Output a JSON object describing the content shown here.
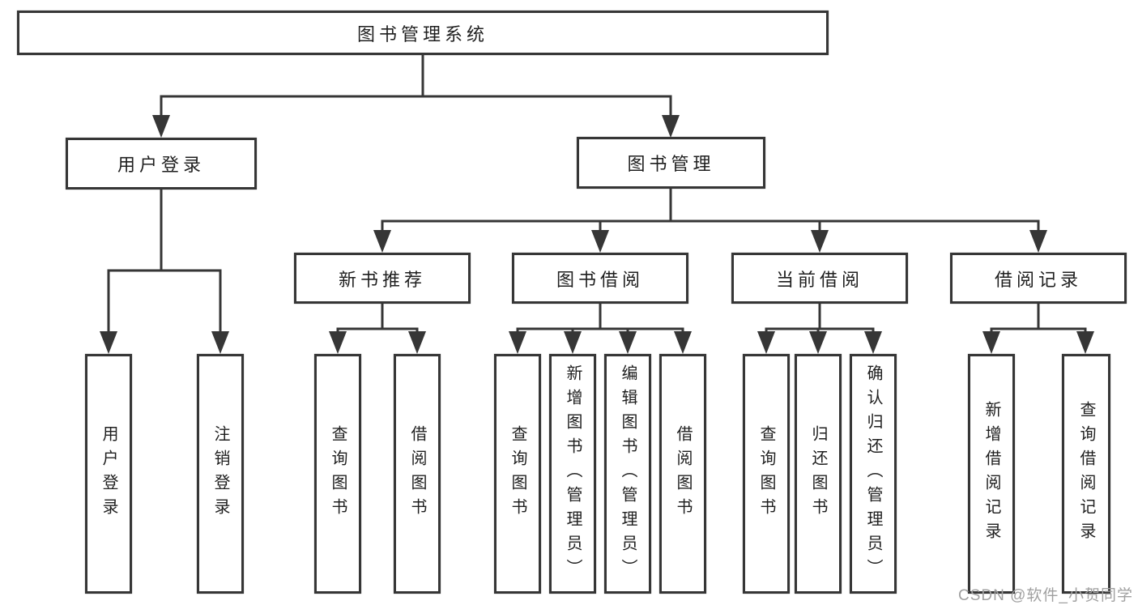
{
  "diagram": {
    "root": "图书管理系统",
    "user_branch": {
      "label": "用户登录",
      "children": [
        "用户登录",
        "注销登录"
      ]
    },
    "book_branch": {
      "label": "图书管理",
      "sections": {
        "recommend": {
          "label": "新书推荐",
          "children": [
            "查询图书",
            "借阅图书"
          ]
        },
        "borrow": {
          "label": "图书借阅",
          "children": [
            "查询图书",
            "新增图书（管理员）",
            "编辑图书（管理员）",
            "借阅图书"
          ]
        },
        "current": {
          "label": "当前借阅",
          "children": [
            "查询图书",
            "归还图书",
            "确认归还（管理员）"
          ]
        },
        "records": {
          "label": "借阅记录",
          "children": [
            "新增借阅记录",
            "查询借阅记录"
          ]
        }
      }
    }
  },
  "watermark": "CSDN @软件_小贺同学",
  "colors": {
    "line": "#363636",
    "box_border": "#363636",
    "text": "#1f1f1f",
    "watermark": "#a0a0a0",
    "background": "#ffffff"
  }
}
